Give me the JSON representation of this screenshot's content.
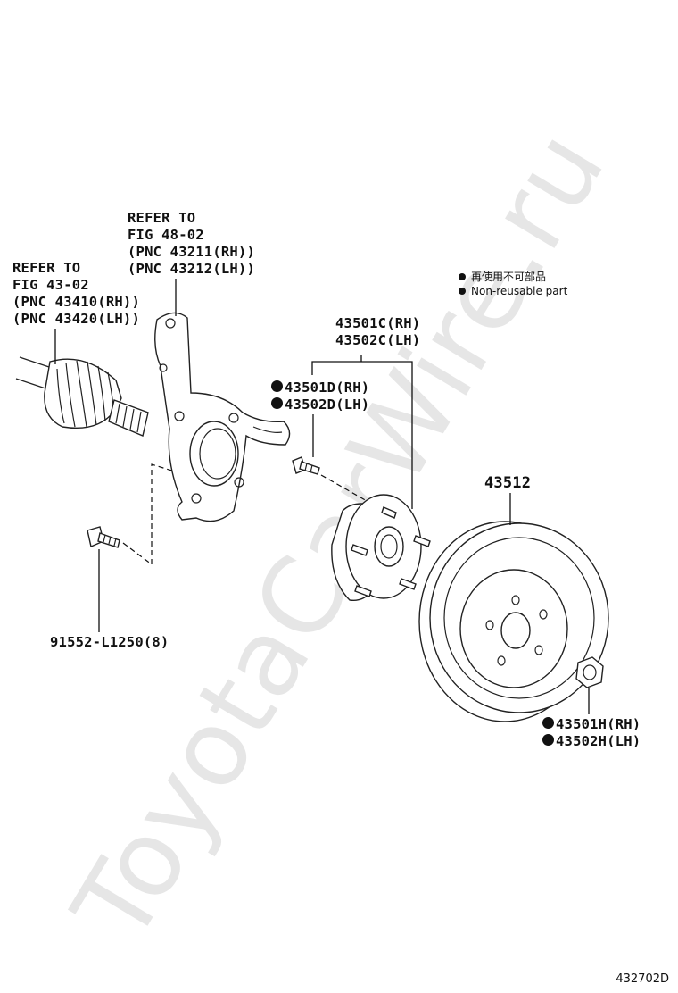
{
  "watermark": "ToyotaCarWire.ru",
  "legend": {
    "jp": "再使用不可部品",
    "en": "Non-reusable part"
  },
  "labels": {
    "knuckle_ref": [
      "REFER TO",
      "FIG 48-02",
      "(PNC 43211(RH))",
      "(PNC 43212(LH))"
    ],
    "shaft_ref": [
      "REFER TO",
      "FIG 43-02",
      "(PNC 43410(RH))",
      "(PNC 43420(LH))"
    ],
    "hub": [
      "43501C(RH)",
      "43502C(LH)"
    ],
    "hub_bolt": [
      "43501D(RH)",
      "43502D(LH)"
    ],
    "rotor": "43512",
    "knuckle_bolt": "91552-L1250(8)",
    "nut": [
      "43501H(RH)",
      "43502H(LH)"
    ]
  },
  "figure_number": "432702D",
  "icons": {
    "non_reusable_marker": "filled-circle-icon"
  }
}
